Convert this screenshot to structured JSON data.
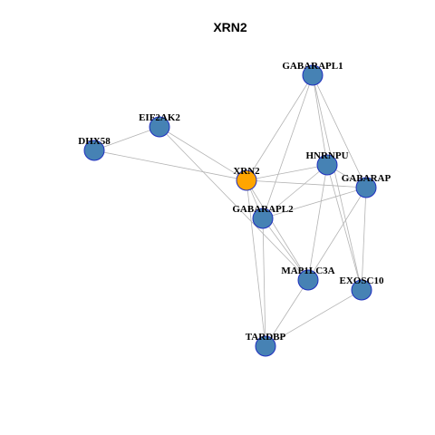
{
  "title": "XRN2",
  "colors": {
    "hub": "#FFA500",
    "node": "#4682B4",
    "node_border": "#1F2FBF",
    "edge": "#B3B3B3"
  },
  "nodes": [
    {
      "id": "GABARAPL1",
      "label": "GABARAPL1",
      "role": "node"
    },
    {
      "id": "EIF2AK2",
      "label": "EIF2AK2",
      "role": "node"
    },
    {
      "id": "DHX58",
      "label": "DHX58",
      "role": "node"
    },
    {
      "id": "HNRNPU",
      "label": "HNRNPU",
      "role": "node"
    },
    {
      "id": "XRN2",
      "label": "XRN2",
      "role": "hub"
    },
    {
      "id": "GABARAP",
      "label": "GABARAP",
      "role": "node"
    },
    {
      "id": "GABARAPL2",
      "label": "GABARAPL2",
      "role": "node"
    },
    {
      "id": "MAP1LC3A",
      "label": "MAP1LC3A",
      "role": "node"
    },
    {
      "id": "EXOSC10",
      "label": "EXOSC10",
      "role": "node"
    },
    {
      "id": "TARDBP",
      "label": "TARDBP",
      "role": "node"
    }
  ],
  "edges": [
    [
      "DHX58",
      "EIF2AK2"
    ],
    [
      "DHX58",
      "XRN2"
    ],
    [
      "EIF2AK2",
      "XRN2"
    ],
    [
      "EIF2AK2",
      "MAP1LC3A"
    ],
    [
      "GABARAPL1",
      "XRN2"
    ],
    [
      "GABARAPL1",
      "HNRNPU"
    ],
    [
      "GABARAPL1",
      "GABARAP"
    ],
    [
      "GABARAPL1",
      "GABARAPL2"
    ],
    [
      "GABARAPL1",
      "EXOSC10"
    ],
    [
      "HNRNPU",
      "XRN2"
    ],
    [
      "HNRNPU",
      "GABARAP"
    ],
    [
      "HNRNPU",
      "GABARAPL2"
    ],
    [
      "HNRNPU",
      "MAP1LC3A"
    ],
    [
      "HNRNPU",
      "EXOSC10"
    ],
    [
      "XRN2",
      "GABARAP"
    ],
    [
      "XRN2",
      "GABARAPL2"
    ],
    [
      "XRN2",
      "MAP1LC3A"
    ],
    [
      "XRN2",
      "TARDBP"
    ],
    [
      "GABARAP",
      "GABARAPL2"
    ],
    [
      "GABARAP",
      "MAP1LC3A"
    ],
    [
      "GABARAP",
      "EXOSC10"
    ],
    [
      "GABARAPL2",
      "MAP1LC3A"
    ],
    [
      "GABARAPL2",
      "TARDBP"
    ],
    [
      "MAP1LC3A",
      "TARDBP"
    ],
    [
      "EXOSC10",
      "TARDBP"
    ]
  ]
}
